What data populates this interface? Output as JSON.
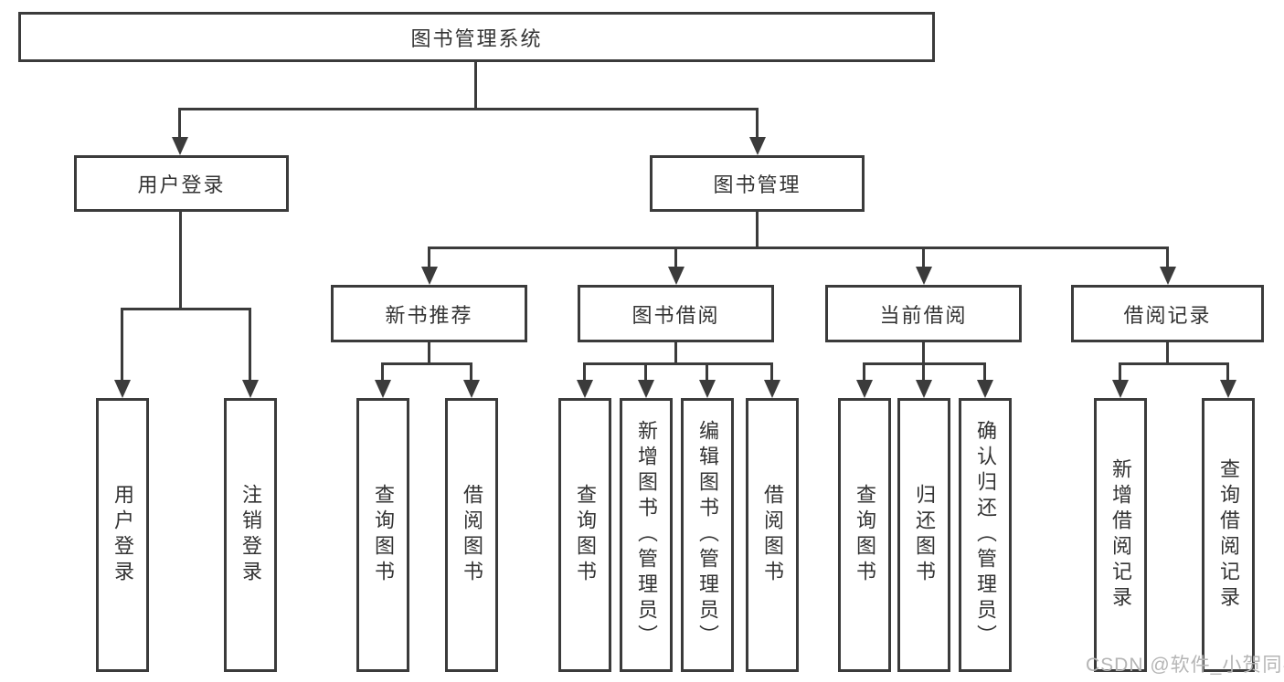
{
  "diagram": {
    "root": {
      "label": "图书管理系统"
    },
    "level2": [
      {
        "label": "用户登录"
      },
      {
        "label": "图书管理"
      }
    ],
    "level3": [
      {
        "label": "新书推荐"
      },
      {
        "label": "图书借阅"
      },
      {
        "label": "当前借阅"
      },
      {
        "label": "借阅记录"
      }
    ],
    "leaves_user": [
      "用户登录",
      "注销登录"
    ],
    "leaves_newbook": [
      "查询图书",
      "借阅图书"
    ],
    "leaves_borrow": [
      "查询图书",
      "新增图书（管理员）",
      "编辑图书（管理员）",
      "借阅图书"
    ],
    "leaves_current": [
      "查询图书",
      "归还图书",
      "确认归还（管理员）"
    ],
    "leaves_records": [
      "新增借阅记录",
      "查询借阅记录"
    ],
    "watermark": "CSDN @软件_小贺同学",
    "colors": {
      "line": "#3b3b3b",
      "text": "#333333",
      "watermark": "#b5b5b5",
      "background": "#ffffff"
    }
  }
}
